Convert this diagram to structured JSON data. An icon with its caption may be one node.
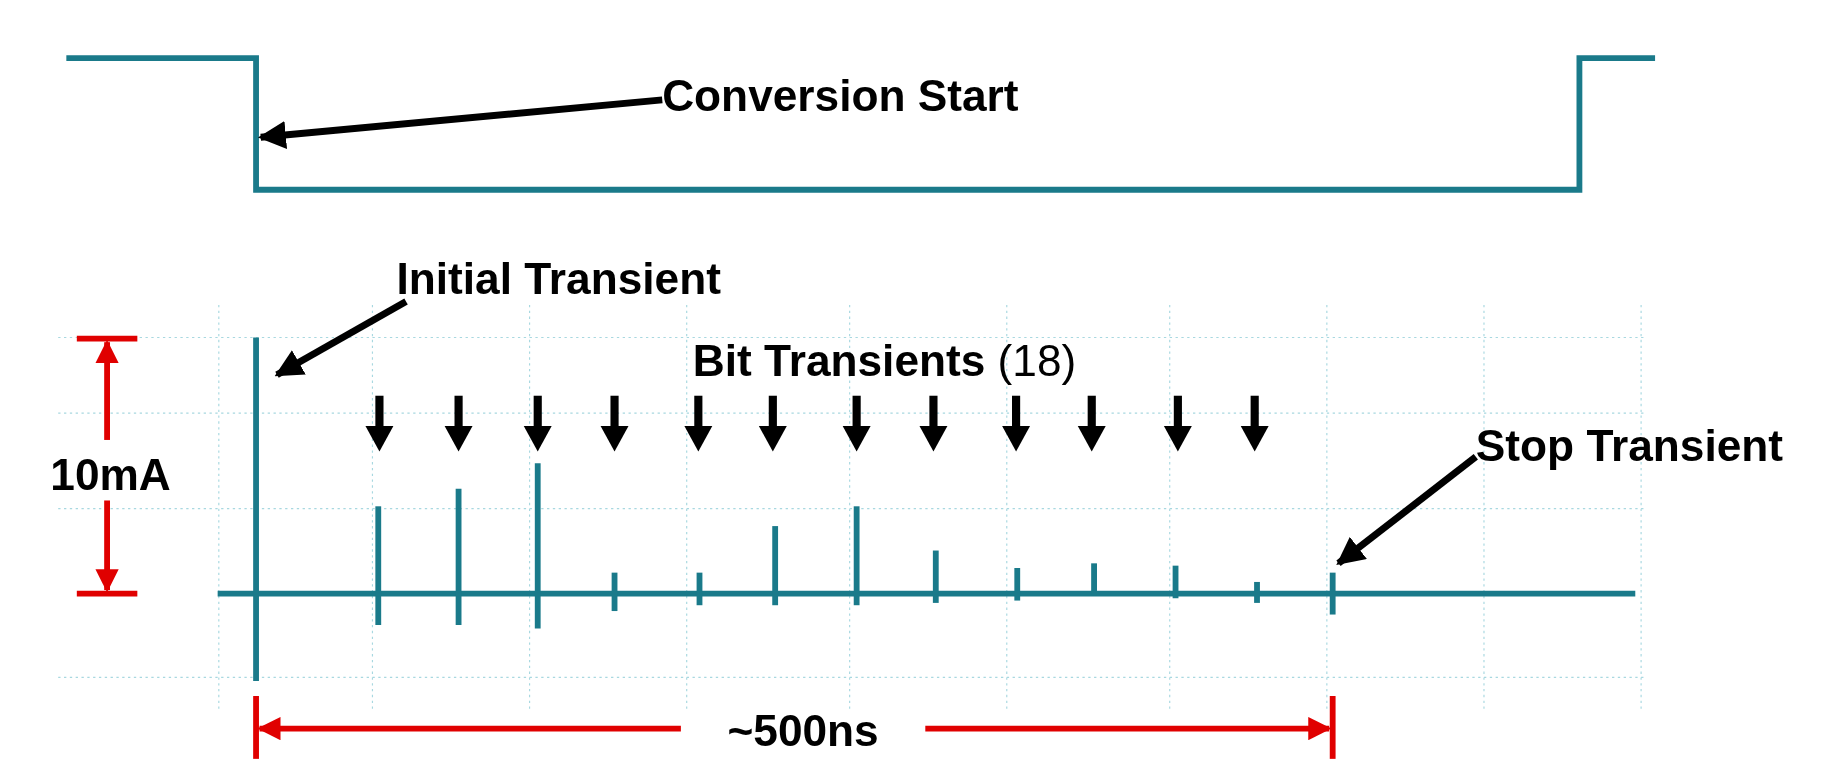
{
  "diagram": {
    "nodes": [
      {
        "text": [
          "Conversion Start"
        ]
      },
      {
        "text": [
          "Initial Transient"
        ]
      },
      {
        "text": [
          "Stop Transient"
        ]
      }
    ],
    "edges": [
      {
        "from": 0,
        "to": null,
        "arrow": "to"
      },
      {
        "from": 1,
        "to": null,
        "arrow": "to"
      },
      {
        "from": 2,
        "to": null,
        "arrow": "to"
      }
    ],
    "labels": [
      "**Bit Transients** (18)",
      "10mA",
      "~500ns"
    ]
  }
}
